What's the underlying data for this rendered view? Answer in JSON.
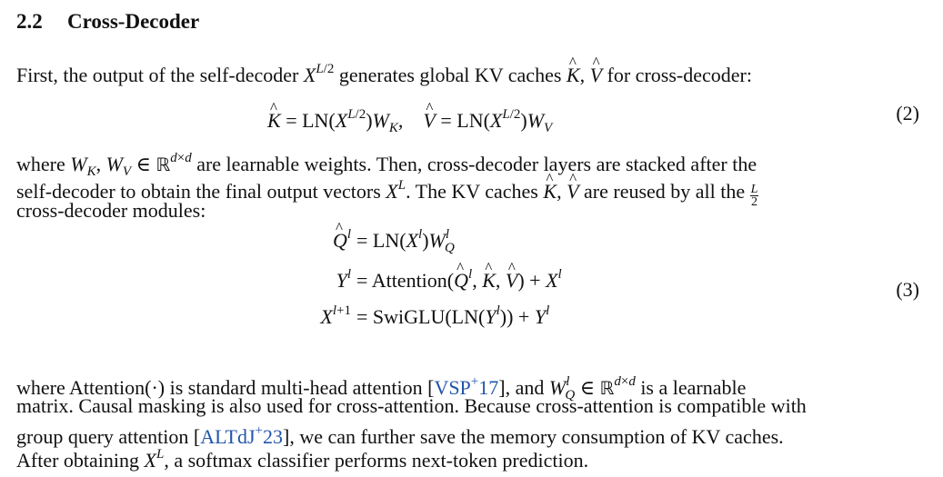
{
  "section": {
    "number": "2.2",
    "title": "Cross-Decoder"
  },
  "p1": {
    "a": "First, the output of the self-decoder ",
    "b": " generates global KV caches ",
    "c": " for cross-decoder:"
  },
  "eq2": {
    "number": "(2)"
  },
  "p2": {
    "l1a": "where ",
    "l1b": " are learnable weights. Then, cross-decoder layers are stacked after the",
    "l2a": "self-decoder to obtain the final output vectors ",
    "l2b": ". The KV caches ",
    "l2c": " are reused by all the ",
    "l3": "cross-decoder modules:"
  },
  "eq3": {
    "number": "(3)"
  },
  "p3": {
    "l1a": "where ",
    "l1b": " is standard multi-head attention [",
    "cite1": "VSP",
    "cite1b": "17",
    "l1c": "], and ",
    "l1d": " is a learnable",
    "l2": "matrix. Causal masking is also used for cross-attention. Because cross-attention is compatible with",
    "l3a": "group query attention [",
    "cite2": "ALTdJ",
    "cite2b": "23",
    "l3b": "], we can further save the memory consumption of KV caches.",
    "l4a": "After obtaining ",
    "l4b": ", a softmax classifier performs next-token prediction."
  }
}
